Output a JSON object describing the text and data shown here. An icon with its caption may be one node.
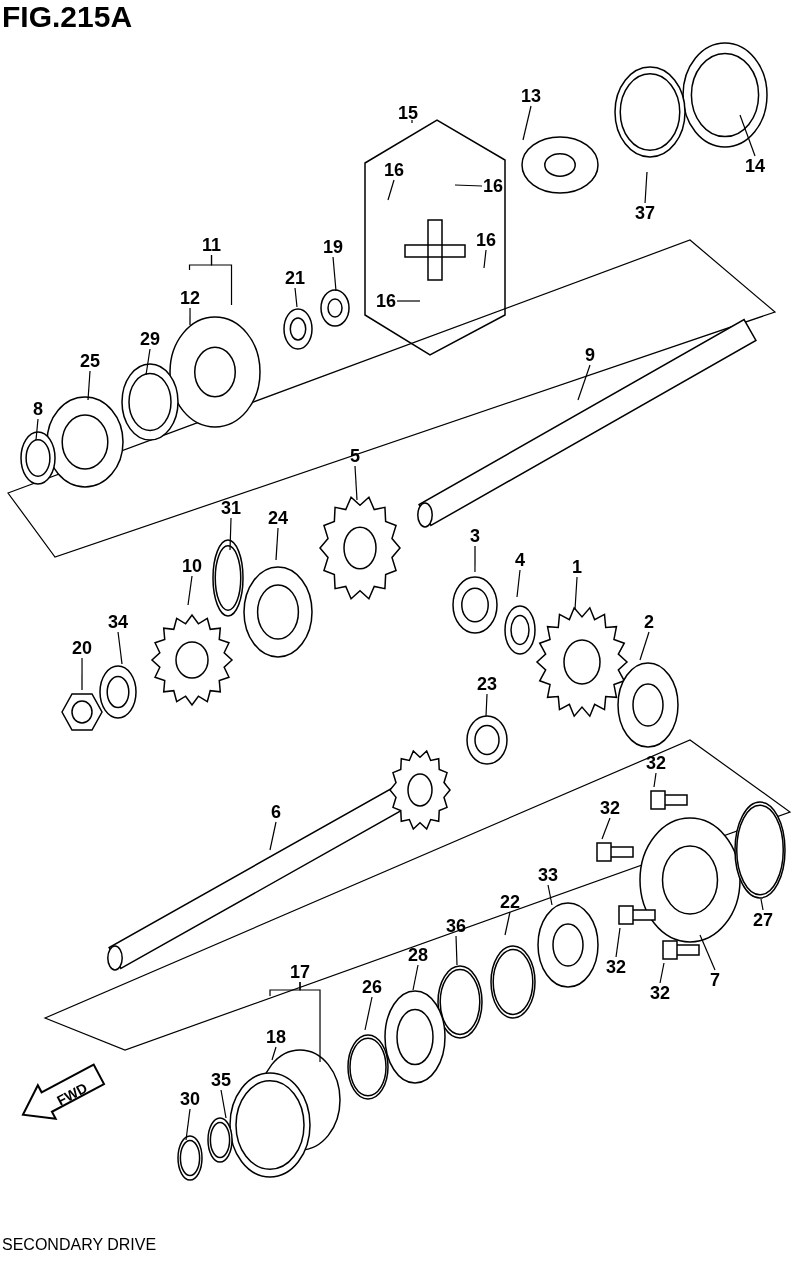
{
  "diagram": {
    "title": "FIG.215A",
    "caption": "SECONDARY DRIVE",
    "nodes": [
      {
        "text": [
          "13"
        ]
      },
      {
        "text": [
          "15"
        ]
      },
      {
        "text": [
          "16"
        ],
        "in": 1
      },
      {
        "text": [
          "16"
        ],
        "in": 1
      },
      {
        "text": [
          "16"
        ],
        "in": 1
      },
      {
        "text": [
          "16"
        ],
        "in": 1
      },
      {
        "text": [
          "14"
        ]
      },
      {
        "text": [
          "37"
        ]
      },
      {
        "text": [
          "11"
        ]
      },
      {
        "text": [
          "19"
        ]
      },
      {
        "text": [
          "21"
        ]
      },
      {
        "text": [
          "12"
        ]
      },
      {
        "text": [
          "29"
        ]
      },
      {
        "text": [
          "25"
        ]
      },
      {
        "text": [
          "8"
        ]
      },
      {
        "text": [
          "9"
        ]
      },
      {
        "text": [
          "5"
        ]
      },
      {
        "text": [
          "31"
        ]
      },
      {
        "text": [
          "24"
        ]
      },
      {
        "text": [
          "3"
        ]
      },
      {
        "text": [
          "4"
        ]
      },
      {
        "text": [
          "1"
        ]
      },
      {
        "text": [
          "10"
        ]
      },
      {
        "text": [
          "2"
        ]
      },
      {
        "text": [
          "34"
        ]
      },
      {
        "text": [
          "20"
        ]
      },
      {
        "text": [
          "23"
        ]
      },
      {
        "text": [
          "32"
        ]
      },
      {
        "text": [
          "32"
        ]
      },
      {
        "text": [
          "6"
        ]
      },
      {
        "text": [
          "33"
        ]
      },
      {
        "text": [
          "22"
        ]
      },
      {
        "text": [
          "36"
        ]
      },
      {
        "text": [
          "32"
        ]
      },
      {
        "text": [
          "27"
        ]
      },
      {
        "text": [
          "7"
        ]
      },
      {
        "text": [
          "28"
        ]
      },
      {
        "text": [
          "17"
        ]
      },
      {
        "text": [
          "26"
        ]
      },
      {
        "text": [
          "18"
        ]
      },
      {
        "text": [
          "32"
        ]
      },
      {
        "text": [
          "35"
        ]
      },
      {
        "text": [
          "30"
        ]
      }
    ],
    "edges": [
      {
        "from": 0,
        "to": null,
        "arrow": "none"
      },
      {
        "from": 2,
        "to": null,
        "arrow": "none"
      },
      {
        "from": 3,
        "to": null,
        "arrow": "none"
      },
      {
        "from": 4,
        "to": null,
        "arrow": "none"
      },
      {
        "from": 5,
        "to": null,
        "arrow": "none"
      },
      {
        "from": 6,
        "to": null,
        "arrow": "none"
      },
      {
        "from": 7,
        "to": null,
        "arrow": "none"
      },
      {
        "from": 8,
        "to": null,
        "arrow": "none"
      },
      {
        "from": 8,
        "to": null,
        "arrow": "none"
      },
      {
        "from": 9,
        "to": null,
        "arrow": "none"
      },
      {
        "from": 10,
        "to": null,
        "arrow": "none"
      },
      {
        "from": 11,
        "to": null,
        "arrow": "none"
      },
      {
        "from": 12,
        "to": null,
        "arrow": "none"
      },
      {
        "from": 13,
        "to": null,
        "arrow": "none"
      },
      {
        "from": 14,
        "to": null,
        "arrow": "none"
      },
      {
        "from": 15,
        "to": null,
        "arrow": "none"
      },
      {
        "from": 16,
        "to": null,
        "arrow": "none"
      },
      {
        "from": 17,
        "to": null,
        "arrow": "none"
      },
      {
        "from": 18,
        "to": null,
        "arrow": "none"
      },
      {
        "from": 19,
        "to": null,
        "arrow": "none"
      },
      {
        "from": 20,
        "to": null,
        "arrow": "none"
      },
      {
        "from": 21,
        "to": null,
        "arrow": "none"
      },
      {
        "from": 22,
        "to": null,
        "arrow": "none"
      },
      {
        "from": 23,
        "to": null,
        "arrow": "none"
      },
      {
        "from": 24,
        "to": null,
        "arrow": "none"
      },
      {
        "from": 25,
        "to": null,
        "arrow": "none"
      },
      {
        "from": 26,
        "to": null,
        "arrow": "none"
      },
      {
        "from": 27,
        "to": null,
        "arrow": "none"
      },
      {
        "from": 28,
        "to": null,
        "arrow": "none"
      },
      {
        "from": 29,
        "to": null,
        "arrow": "none"
      },
      {
        "from": 30,
        "to": null,
        "arrow": "none"
      },
      {
        "from": 31,
        "to": null,
        "arrow": "none"
      },
      {
        "from": 32,
        "to": null,
        "arrow": "none"
      },
      {
        "from": 33,
        "to": null,
        "arrow": "none"
      },
      {
        "from": 34,
        "to": null,
        "arrow": "none"
      },
      {
        "from": 35,
        "to": null,
        "arrow": "none"
      },
      {
        "from": 36,
        "to": null,
        "arrow": "none"
      },
      {
        "from": 37,
        "to": null,
        "arrow": "none"
      },
      {
        "from": 37,
        "to": null,
        "arrow": "none"
      },
      {
        "from": 38,
        "to": null,
        "arrow": "none"
      },
      {
        "from": 39,
        "to": null,
        "arrow": "none"
      },
      {
        "from": 40,
        "to": null,
        "arrow": "none"
      },
      {
        "from": 41,
        "to": null,
        "arrow": "none"
      },
      {
        "from": 42,
        "to": null,
        "arrow": "none"
      }
    ],
    "labels": [
      "FWD"
    ]
  }
}
